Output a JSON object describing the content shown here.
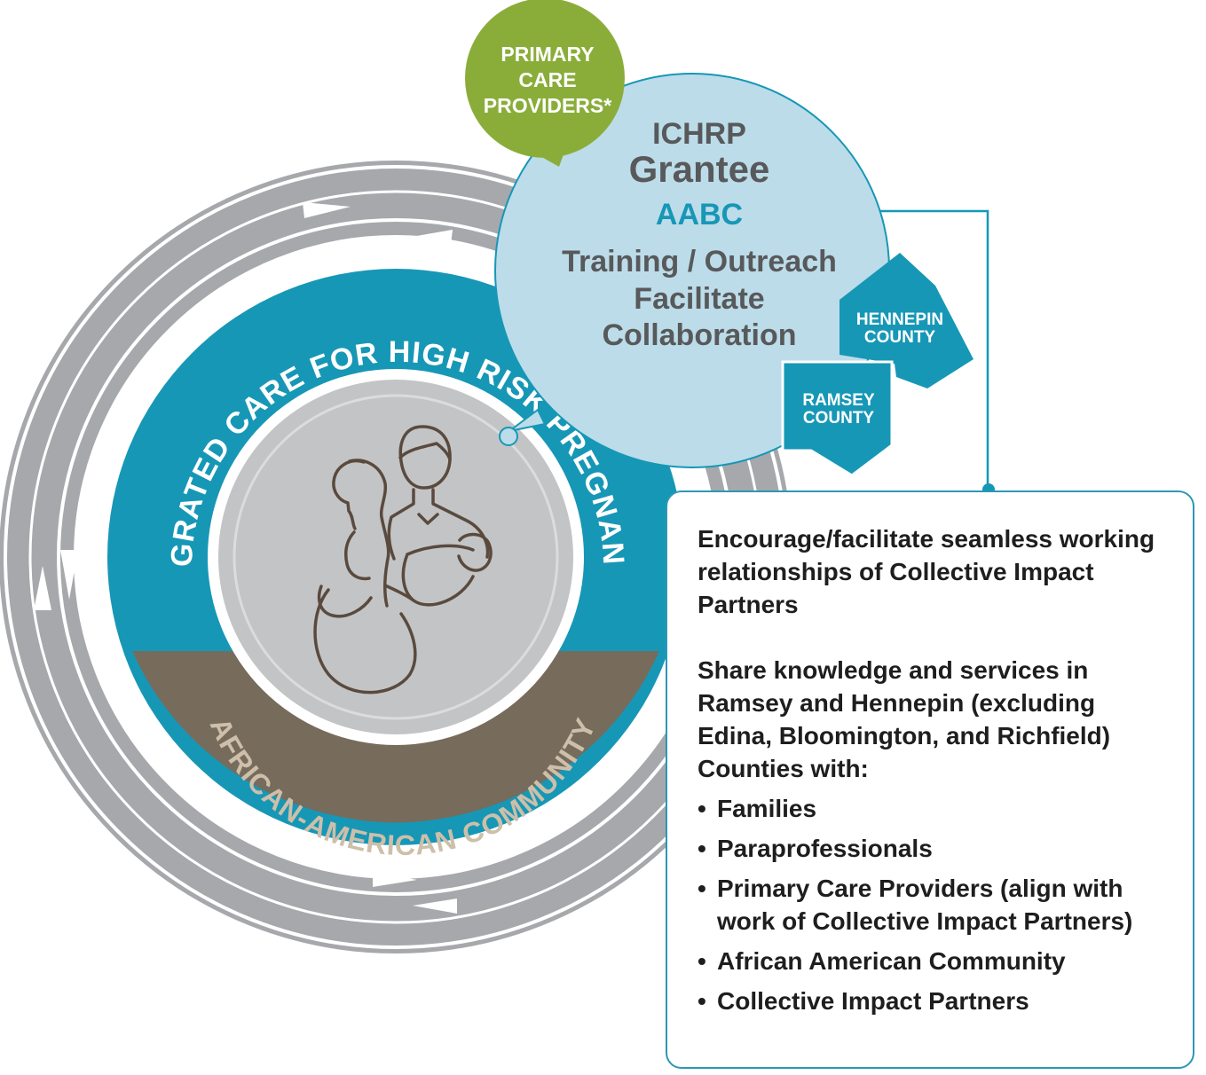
{
  "primary_care": {
    "line1": "PRIMARY",
    "line2": "CARE",
    "line3": "PROVIDERS*"
  },
  "grantee": {
    "org": "ICHRP",
    "title": "Grantee",
    "name": "AABC",
    "role_line1": "Training / Outreach",
    "role_line2": "Facilitate",
    "role_line3": "Collaboration"
  },
  "counties": {
    "hennepin_line1": "HENNEPIN",
    "hennepin_line2": "COUNTY",
    "ramsey_line1": "RAMSEY",
    "ramsey_line2": "COUNTY"
  },
  "ring": {
    "top_label": "INTEGRATED CARE FOR HIGH RISK PREGNANCIES",
    "bottom_label": "AFRICAN-AMERICAN COMMUNITY"
  },
  "info": {
    "paragraph1": "Encourage/facilitate seamless working relationships of Collective Impact Partners",
    "paragraph2": "Share knowledge and services in Ramsey and Hennepin (excluding Edina, Bloomington, and Richfield) Counties with:",
    "bullets": [
      "Families",
      "Paraprofessionals",
      "Primary Care Providers (align with work of Collective Impact Partners)",
      "African American Community",
      "Collective Impact Partners"
    ]
  },
  "colors": {
    "teal": "#1797b6",
    "light_blue": "#bcdce9",
    "green": "#8aad3a",
    "brown": "#776b5b",
    "gray_ring": "#a6a8ab",
    "center_gray": "#c3c4c6",
    "text_dark": "#58595b"
  },
  "icons": {
    "center": "mother-father-baby-icon",
    "arrows": "circular-flow-arrows"
  }
}
